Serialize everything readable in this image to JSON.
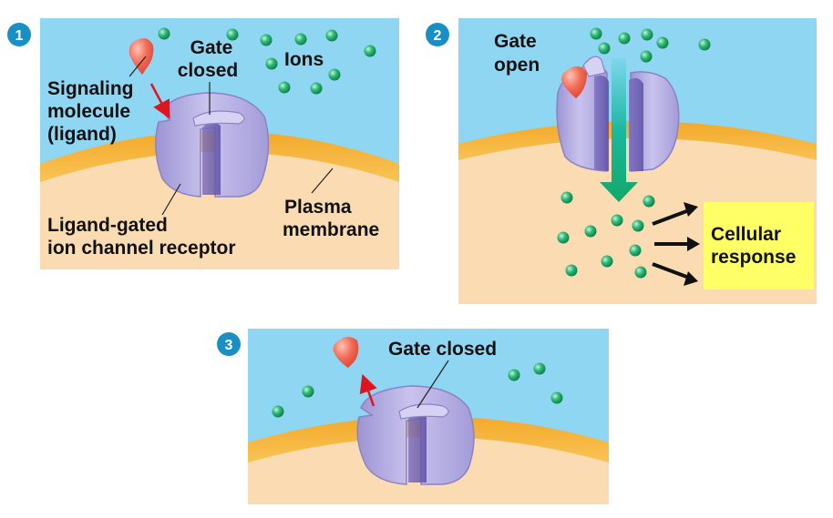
{
  "steps": [
    "1",
    "2",
    "3"
  ],
  "panel1": {
    "gate_label": [
      "Gate",
      "closed"
    ],
    "ions_label": "Ions",
    "ligand_label": [
      "Signaling",
      "molecule",
      "(ligand)"
    ],
    "receptor_label": [
      "Ligand-gated",
      "ion channel receptor"
    ],
    "membrane_label": [
      "Plasma",
      "membrane"
    ]
  },
  "panel2": {
    "gate_label": [
      "Gate",
      "open"
    ],
    "response_label": [
      "Cellular",
      "response"
    ]
  },
  "panel3": {
    "gate_label": "Gate closed"
  },
  "colors": {
    "extracellular": "#8fd6f2",
    "membrane": "#f6b53a",
    "cytoplasm": "#fbdcb2",
    "protein": "#b5aee0",
    "ligand": "#f15a4a",
    "ion": "#1fa86a",
    "response_box": "#ffff66",
    "step_badge": "#1a8fc4"
  }
}
